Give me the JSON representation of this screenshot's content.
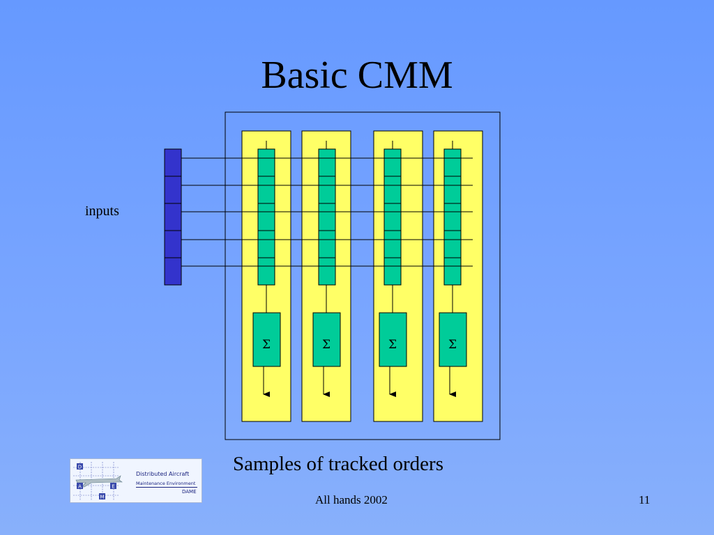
{
  "slide": {
    "title": "Basic CMM",
    "caption": "Samples of tracked orders",
    "footer_center": "All hands 2002",
    "page_number": "11"
  },
  "diagram": {
    "input_label": "inputs",
    "sum_symbol": "Σ",
    "column_count": 4,
    "rows_per_column": 5,
    "colors": {
      "input_cell": "#3333cc",
      "weight_cell": "#00cc99",
      "column_background": "#ffff66",
      "outline": "#000000"
    }
  },
  "logo": {
    "letters": [
      "D",
      "A",
      "M",
      "E"
    ],
    "line1": "Distributed Aircraft",
    "line2": "Maintenance Environment",
    "line3": "DAME"
  }
}
